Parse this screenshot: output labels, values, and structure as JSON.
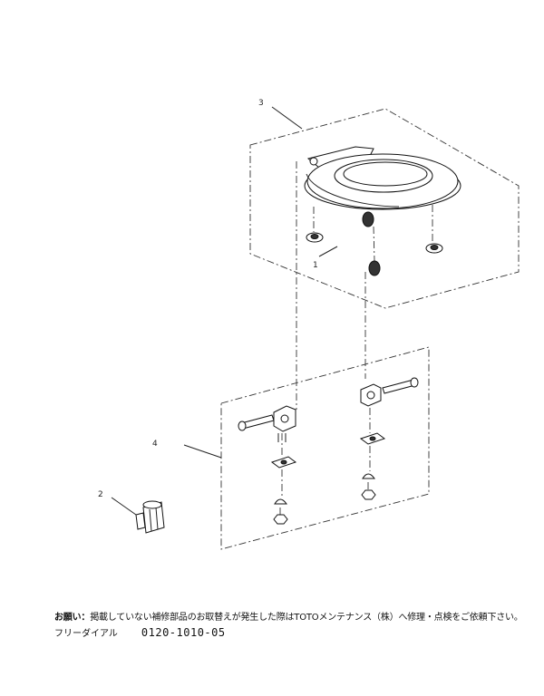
{
  "callouts": {
    "c1": "1",
    "c2": "2",
    "c3": "3",
    "c4": "4"
  },
  "notice": {
    "lead": "お願い：",
    "text": "掲載していない補修部品のお取替えが発生した際はTOTOメンテナンス（株）へ修理・点検をご依頼下さい。"
  },
  "freedial": {
    "label": "フリーダイアル",
    "number": "0120-1010-05"
  }
}
